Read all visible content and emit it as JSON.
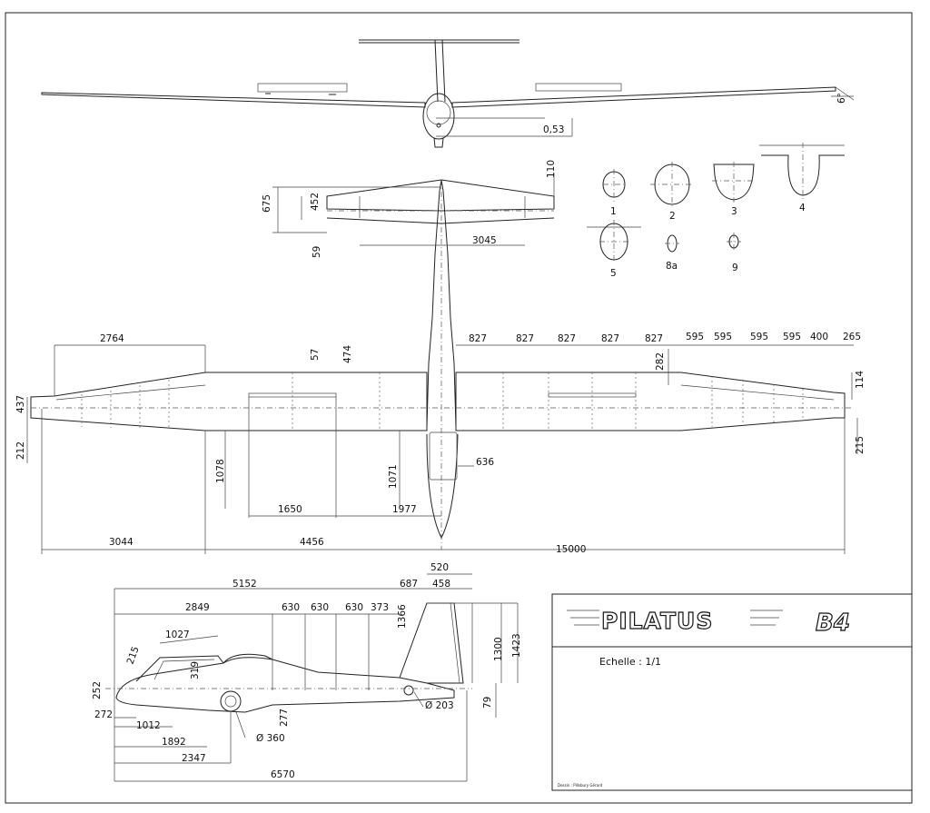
{
  "title_block": {
    "brand": "PILATUS",
    "model": "B4",
    "scale_label": "Echelle : 1/1",
    "author_note": "Dessin : Pillsbury Gérard"
  },
  "top_view": {
    "dihedral_label": "0,53"
  },
  "sections": {
    "labels": [
      "1",
      "2",
      "3",
      "4",
      "5",
      "8a",
      "9"
    ]
  },
  "tailplane": {
    "dims": {
      "chord_total": "675",
      "root_chord": "452",
      "tip_offset": "110",
      "lower": "59",
      "half_span": "3045"
    }
  },
  "plan_view": {
    "left_dims": {
      "outer_panel": "2764",
      "aileron_chord": "57",
      "spoiler_pos": "474"
    },
    "right_stations": [
      "827",
      "827",
      "827",
      "827",
      "827",
      "595",
      "595",
      "595",
      "595",
      "400",
      "265"
    ],
    "right_misc": {
      "aileron_chord": "282",
      "tip_chord": "114",
      "tip_thickness": "215"
    },
    "left_misc": {
      "tip_chord": "437",
      "tip_thickness": "212",
      "root_offset": "1078",
      "fuselage_offset": "1071"
    },
    "fuselage_width": "636",
    "spans": {
      "spoiler_a": "1650",
      "spoiler_b": "1977",
      "outer": "3044",
      "inner": "4456",
      "total": "15000"
    }
  },
  "side_view": {
    "top_dims": {
      "fin_top": "520",
      "fin_chord_a": "687",
      "fin_chord_b": "458",
      "nose_to_fin": "5152",
      "nose_to_station": "2849"
    },
    "stations": [
      "630",
      "630",
      "630",
      "373"
    ],
    "heights": {
      "fin_height": "1366",
      "fin_total": "1300",
      "fin_max": "1423",
      "tail_skid": "79"
    },
    "canopy": {
      "length": "1027",
      "angle": "215",
      "height": "319"
    },
    "nose": {
      "height": "252",
      "nose_len": "272",
      "nose_wheel": "1012",
      "wheel_pos": "1892",
      "main_gear": "2347",
      "total_length": "6570"
    },
    "wheels": {
      "main_dia": "Ø 360",
      "tail_dia": "Ø 203",
      "gear_height": "277"
    }
  }
}
